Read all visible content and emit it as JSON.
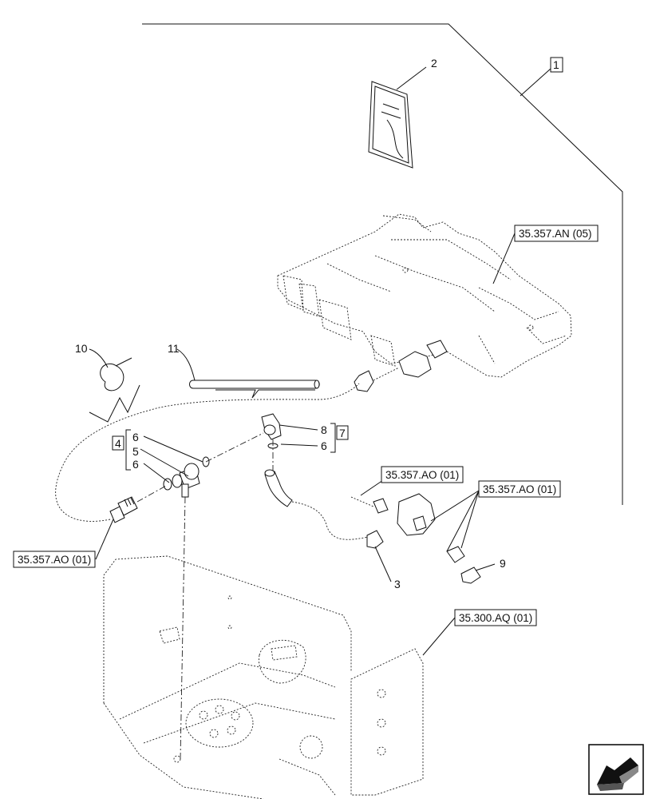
{
  "callouts": {
    "c1": "1",
    "c2": "2",
    "c3": "3",
    "c4": "4",
    "c5": "5",
    "c6a": "6",
    "c6b": "6",
    "c6c": "6",
    "c7": "7",
    "c8": "8",
    "c9": "9",
    "c10": "10",
    "c11": "11"
  },
  "references": {
    "valve_block": "35.357.AN (05)",
    "fitting_upper": "35.357.AO (01)",
    "fitting_right": "35.357.AO (01)",
    "fitting_left": "35.357.AO (01)",
    "tank": "35.300.AQ (01)"
  },
  "nav_icon": "back-arrow-icon"
}
